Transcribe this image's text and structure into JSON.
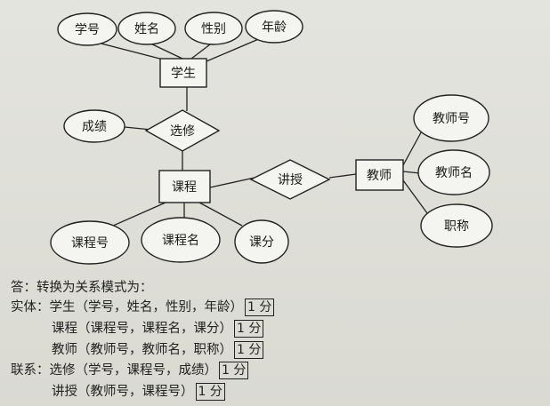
{
  "er": {
    "entities": {
      "student": "学生",
      "course": "课程",
      "teacher": "教师"
    },
    "relationships": {
      "enroll": "选修",
      "teach": "讲授"
    },
    "attributes": {
      "student_id": "学号",
      "name": "姓名",
      "gender": "性别",
      "age": "年龄",
      "grade": "成绩",
      "teacher_id": "教师号",
      "teacher_name": "教师名",
      "title": "职称",
      "course_id": "课程号",
      "course_name": "课程名",
      "credit": "课分"
    }
  },
  "answer": {
    "heading": "答：转换为关系模式为：",
    "entity_label": "实体：",
    "relation_label": "联系：",
    "entities": [
      {
        "text": "学生（学号，姓名，性别，年龄）",
        "score": "1 分"
      },
      {
        "text": "课程（课程号，课程名，课分）",
        "score": "1 分"
      },
      {
        "text": "教师（教师号，教师名，职称）",
        "score": "1 分"
      }
    ],
    "relations": [
      {
        "text": "选修（学号，课程号，成绩）",
        "score": "1 分"
      },
      {
        "text": "讲授（教师号，课程号）",
        "score": "1 分"
      }
    ]
  }
}
